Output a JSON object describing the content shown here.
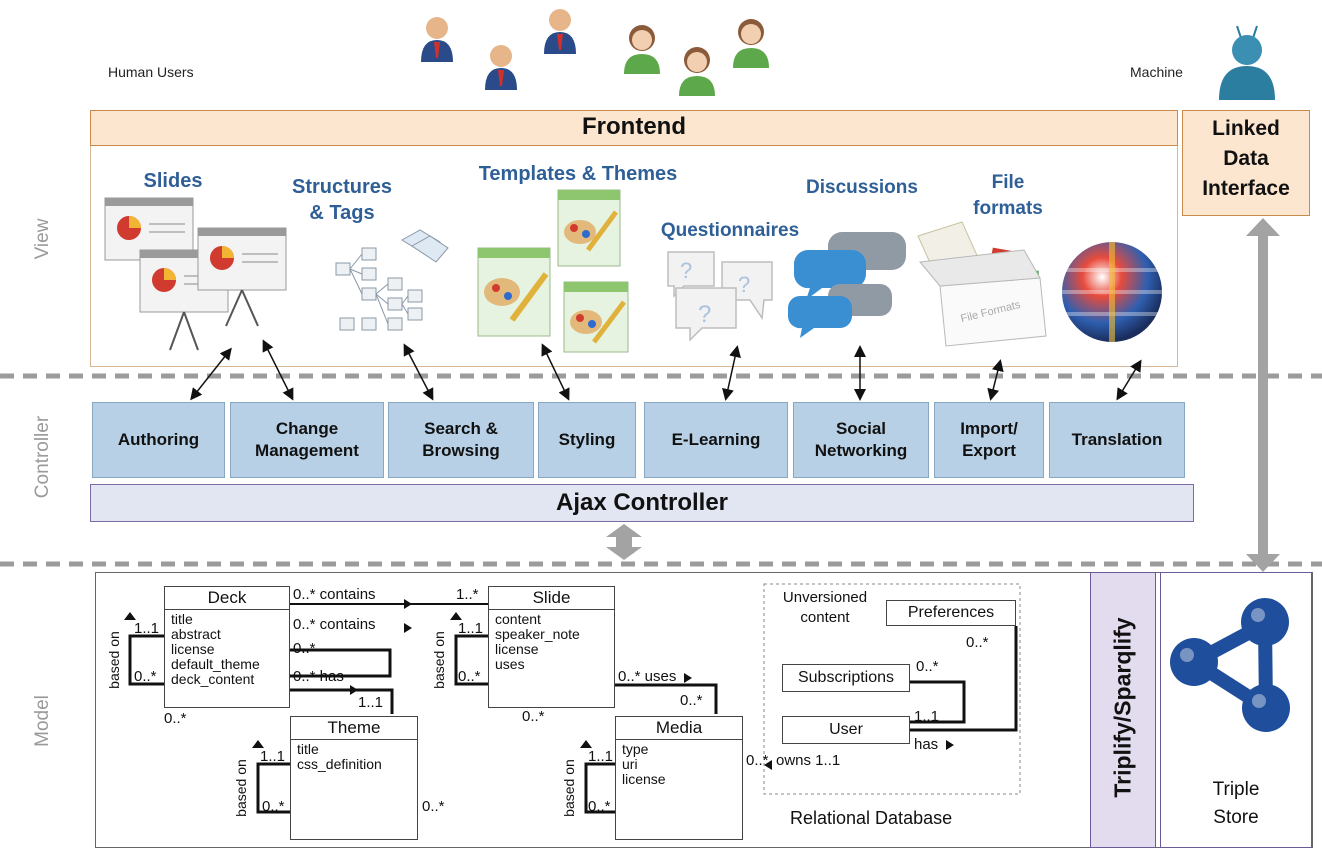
{
  "top": {
    "human_users": "Human Users",
    "machine": "Machine"
  },
  "frontend": {
    "title": "Frontend"
  },
  "linked_data": {
    "line1": "Linked",
    "line2": "Data",
    "line3": "Interface"
  },
  "layers": {
    "view": "View",
    "controller": "Controller",
    "model": "Model"
  },
  "view": {
    "slides": "Slides",
    "structures_1": "Structures",
    "structures_2": "& Tags",
    "templates": "Templates & Themes",
    "questionnaires": "Questionnaires",
    "discussions": "Discussions",
    "file_formats_1": "File",
    "file_formats_2": "formats",
    "file_box_label": "File Formats"
  },
  "controllers": [
    {
      "line1": "Authoring",
      "line2": ""
    },
    {
      "line1": "Change",
      "line2": "Management"
    },
    {
      "line1": "Search &",
      "line2": "Browsing"
    },
    {
      "line1": "Styling",
      "line2": ""
    },
    {
      "line1": "E-Learning",
      "line2": ""
    },
    {
      "line1": "Social",
      "line2": "Networking"
    },
    {
      "line1": "Import/",
      "line2": "Export"
    },
    {
      "line1": "Translation",
      "line2": ""
    }
  ],
  "ajax": {
    "title": "Ajax Controller"
  },
  "model": {
    "deck": {
      "name": "Deck",
      "attrs": [
        "title",
        "abstract",
        "license",
        "default_theme",
        "deck_content"
      ]
    },
    "slide": {
      "name": "Slide",
      "attrs": [
        "content",
        "speaker_note",
        "license",
        "uses"
      ]
    },
    "theme": {
      "name": "Theme",
      "attrs": [
        "title",
        "css_definition"
      ]
    },
    "media": {
      "name": "Media",
      "attrs": [
        "type",
        "uri",
        "license"
      ]
    },
    "preferences": "Preferences",
    "subscriptions": "Subscriptions",
    "user": "User",
    "unversioned_1": "Unversioned",
    "unversioned_2": "content",
    "relational_db": "Relational Database",
    "rel": {
      "contains": "0..* contains",
      "contains_target": "1..*",
      "contains2": "0..* contains",
      "deck_self": "0..*",
      "has": "0..* has",
      "has_target": "1..1",
      "uses": "0..* uses",
      "uses_target": "0..*",
      "media_many": "0..*",
      "slide_many": "0..*",
      "deck_many": "0..*",
      "theme_many": "0..*",
      "based_on": "based on",
      "one": "1..1",
      "many": "0..*",
      "pref_many": "0..*",
      "subs_many": "0..*",
      "user_one": "1..1",
      "user_has": "has",
      "owns": "owns 1..1"
    },
    "triplify": "Triplify/Sparqlify",
    "triple_1": "Triple",
    "triple_2": "Store"
  },
  "colors": {
    "frontend_fill": "#fce6d0",
    "controller_fill": "#b7d0e6",
    "ajax_fill": "#e2e6f2",
    "view_label": "#2f5f97",
    "triplify_fill": "#e3dcef",
    "store_blue": "#1f4e9c"
  }
}
